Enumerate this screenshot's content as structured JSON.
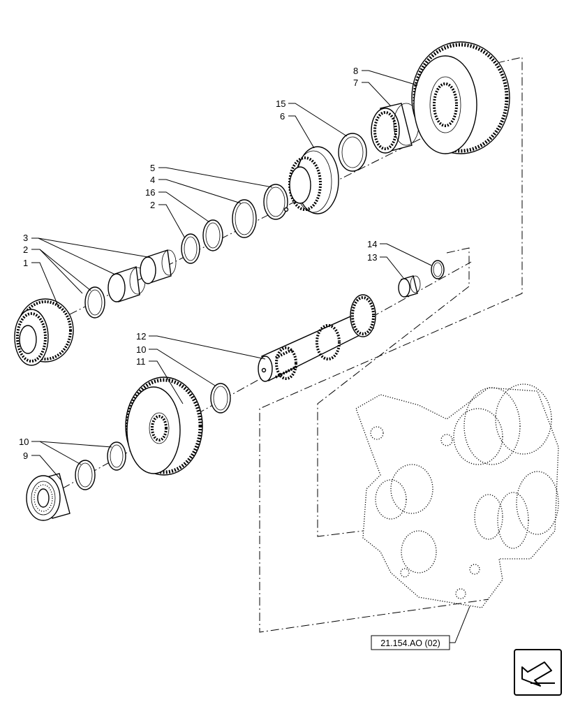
{
  "callouts": [
    "1",
    "2",
    "3",
    "2",
    "16",
    "4",
    "5",
    "6",
    "15",
    "7",
    "8",
    "12",
    "10",
    "11",
    "10",
    "9",
    "14",
    "13"
  ],
  "reference_label": "21.154.AO (02)",
  "icons": {
    "nav": "arrow-icon",
    "assembly": "transmission-housing-icon"
  }
}
